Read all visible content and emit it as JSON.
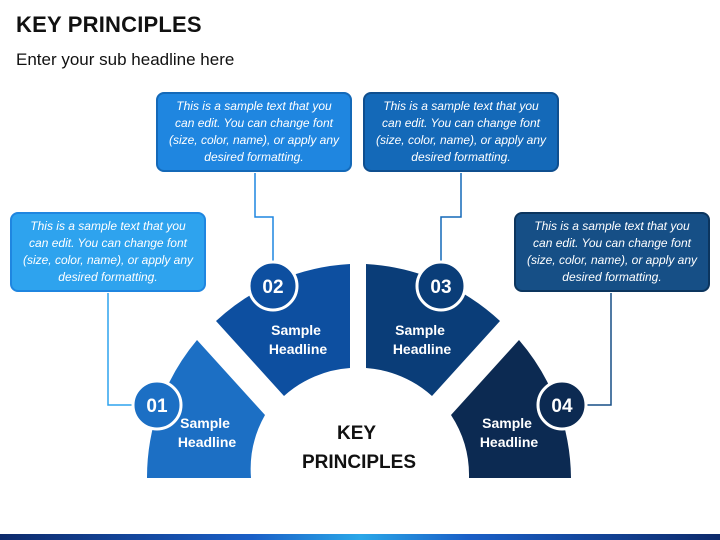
{
  "header": {
    "title": "KEY PRINCIPLES",
    "subtitle": "Enter your sub headline here"
  },
  "center": {
    "line1": "KEY",
    "line2": "PRINCIPLES"
  },
  "segments": [
    {
      "number": "01",
      "headline_line1": "Sample",
      "headline_line2": "Headline",
      "color": "#1c6fc4"
    },
    {
      "number": "02",
      "headline_line1": "Sample",
      "headline_line2": "Headline",
      "color": "#0d4fa0"
    },
    {
      "number": "03",
      "headline_line1": "Sample",
      "headline_line2": "Headline",
      "color": "#0a3d78"
    },
    {
      "number": "04",
      "headline_line1": "Sample",
      "headline_line2": "Headline",
      "color": "#0c2a52"
    }
  ],
  "callouts": [
    {
      "text": "This is a sample text that you can edit. You can change font (size, color, name), or apply any desired formatting.",
      "color": "#2ea3ee"
    },
    {
      "text": "This is a sample text that you can edit. You can change font (size, color, name), or apply any desired formatting.",
      "color": "#1f86e0"
    },
    {
      "text": "This is a sample text that you can edit. You can change font (size, color, name), or apply any desired formatting.",
      "color": "#1469b8"
    },
    {
      "text": "This is a sample text that you can edit. You can change font (size, color, name), or apply any desired formatting.",
      "color": "#164f86"
    }
  ]
}
